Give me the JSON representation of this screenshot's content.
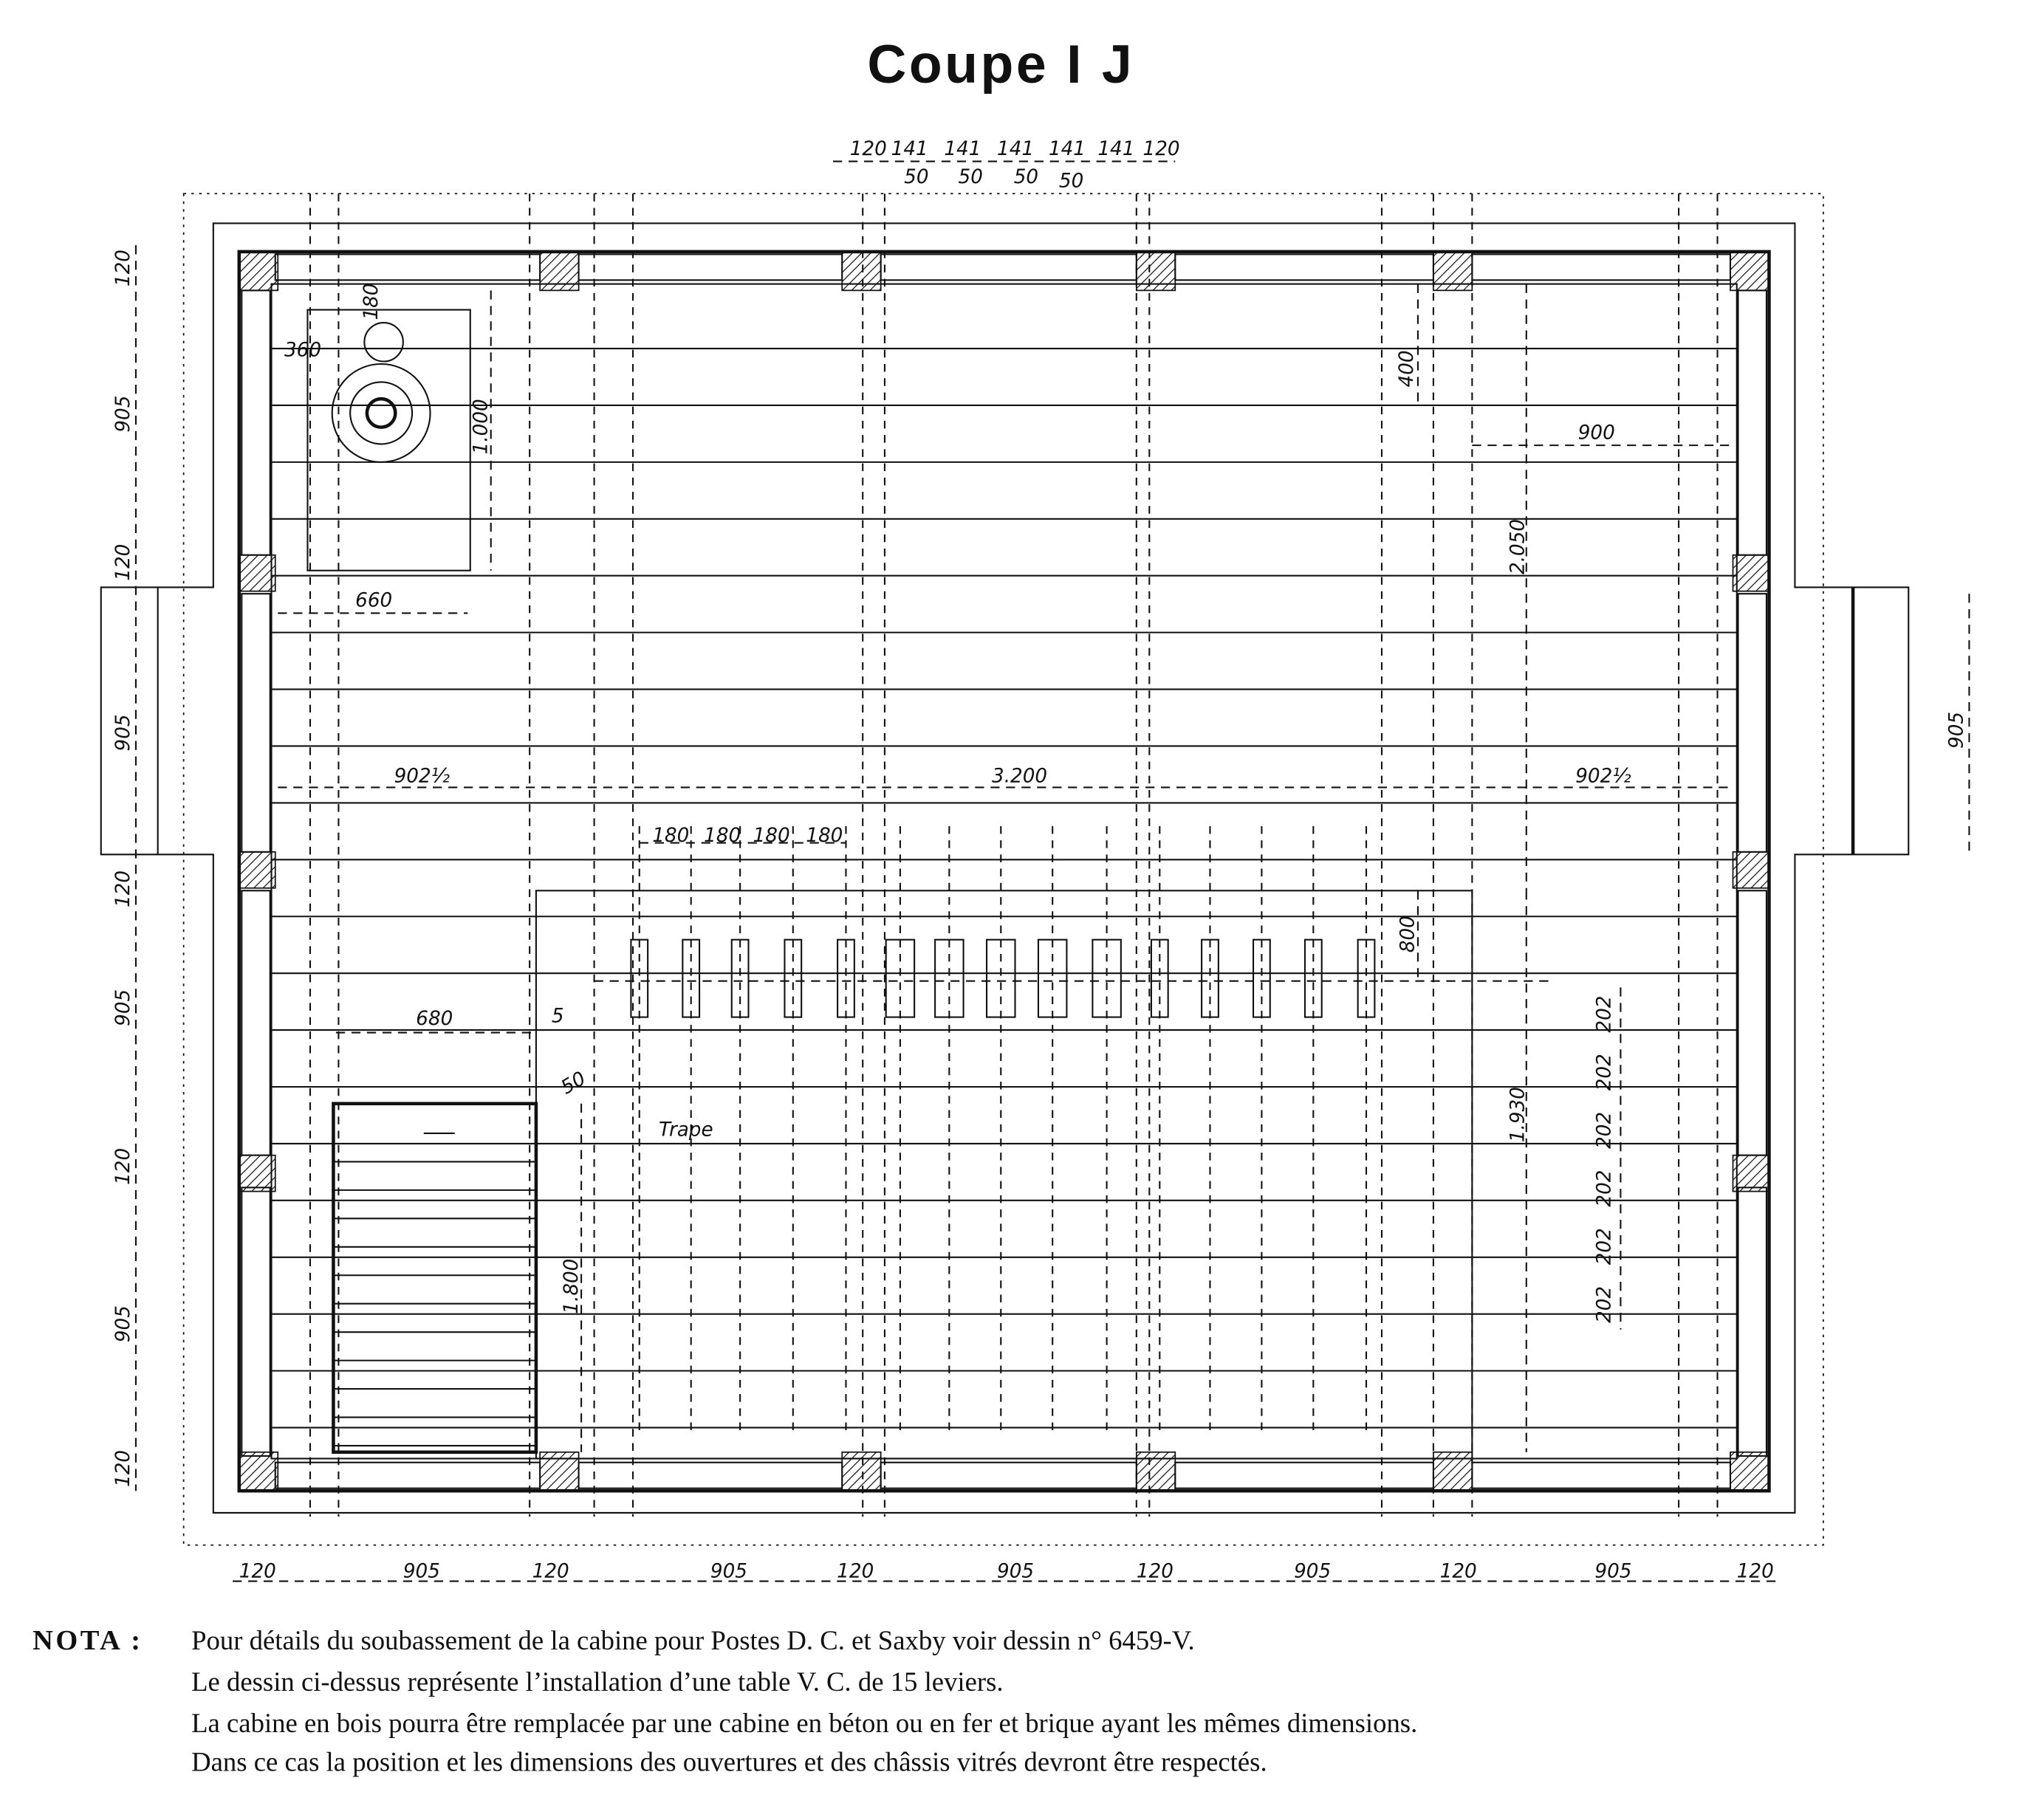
{
  "title": "Coupe I J",
  "top_dims": [
    "120",
    "141",
    "141",
    "141",
    "141",
    "141",
    "120"
  ],
  "top_sub_dims": [
    "50",
    "50",
    "50",
    "50"
  ],
  "left_dims": [
    "120",
    "905",
    "120",
    "905",
    "120",
    "905",
    "120",
    "905",
    "120"
  ],
  "right_dims": [
    "905"
  ],
  "bottom_dims": [
    "120",
    "905",
    "120",
    "905",
    "120",
    "905",
    "120",
    "905",
    "120",
    "905",
    "120"
  ],
  "interior": {
    "stove_small": "180",
    "stove_offset": "360",
    "stove_depth": "1.000",
    "stove_width": "660",
    "left_span": "902½",
    "center_span": "3.200",
    "right_span": "902½",
    "lever_spacing": [
      "180",
      "180",
      "180",
      "180"
    ],
    "table_offset": "800",
    "cupboard_depth": "400",
    "cupboard_width": "900",
    "right_depth": "2.050",
    "stair_offset": "680",
    "stair_gap": "5",
    "stair_small": "50",
    "trap_label": "Trape",
    "trap_length": "1.800",
    "right_table": "1.930",
    "step_dims": [
      "202",
      "202",
      "202",
      "202",
      "202",
      "202"
    ]
  },
  "nota": {
    "label": "NOTA :",
    "lines": [
      "Pour détails du soubassement de la cabine pour Postes D. C. et Saxby voir dessin n° 6459-V.",
      "Le dessin ci-dessus représente l’installation d’une table V. C. de 15 leviers.",
      "La cabine en bois pourra être remplacée par une cabine en béton ou en fer et brique ayant les mêmes dimensions.",
      "Dans ce cas la position et les dimensions des ouvertures et des châssis vitrés devront être respectés."
    ]
  }
}
